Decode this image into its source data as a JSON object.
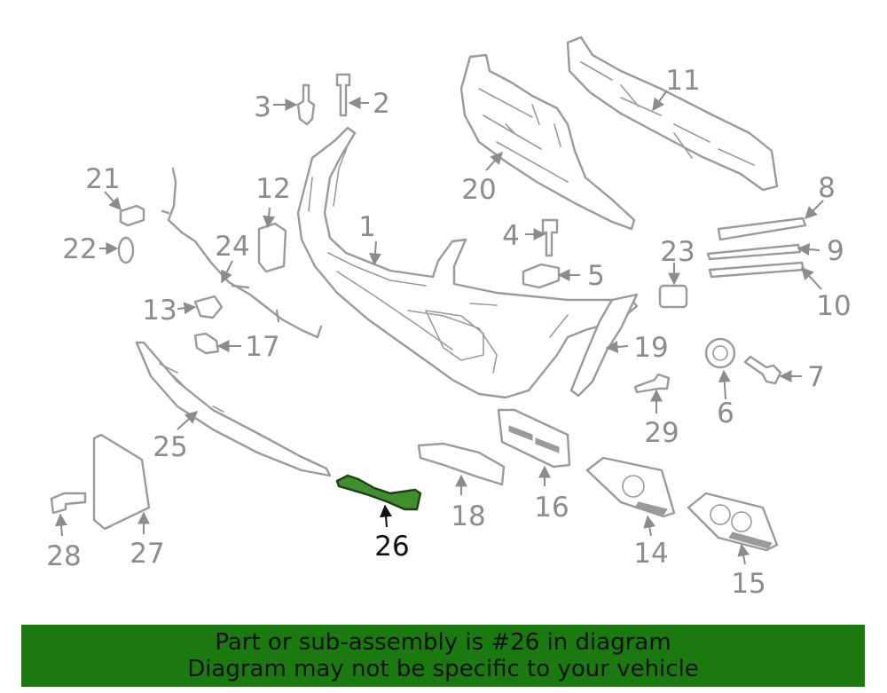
{
  "diagram": {
    "highlight_callout": "26",
    "colors": {
      "part_line": "#9a9a9a",
      "highlight_fill": "#3f8f2e",
      "banner_bg": "#1b7a0f"
    },
    "callouts": {
      "c1": "1",
      "c2": "2",
      "c3": "3",
      "c4": "4",
      "c5": "5",
      "c6": "6",
      "c7": "7",
      "c8": "8",
      "c9": "9",
      "c10": "10",
      "c11": "11",
      "c12": "12",
      "c13": "13",
      "c14": "14",
      "c15": "15",
      "c16": "16",
      "c17": "17",
      "c18": "18",
      "c19": "19",
      "c20": "20",
      "c21": "21",
      "c22": "22",
      "c23": "23",
      "c24": "24",
      "c25": "25",
      "c26": "26",
      "c27": "27",
      "c28": "28",
      "c29": "29"
    }
  },
  "banner": {
    "line1": "Part or sub-assembly is #26 in diagram",
    "line2": "Diagram may not be specific to your vehicle"
  }
}
